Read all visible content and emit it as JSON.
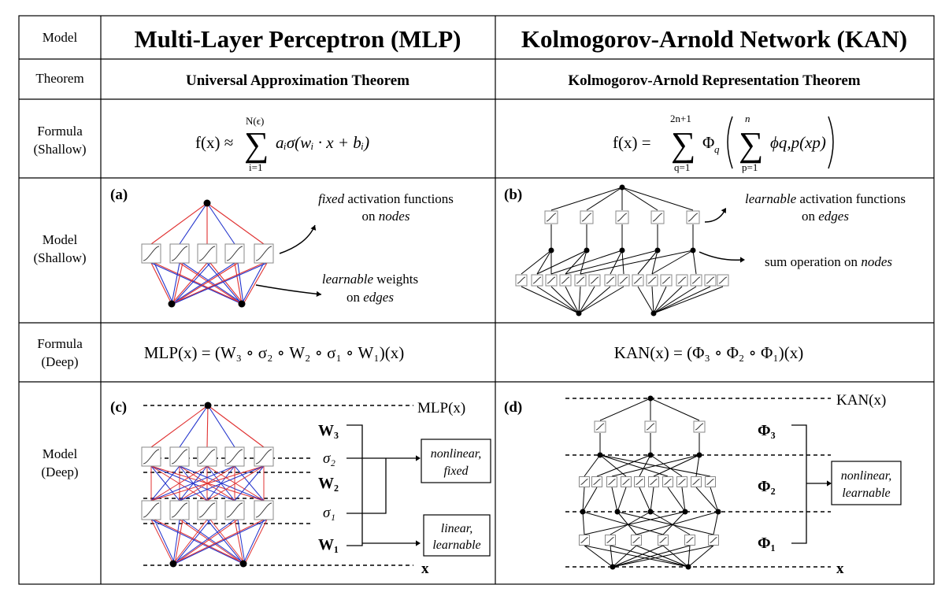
{
  "row_labels": {
    "model": "Model",
    "theorem": "Theorem",
    "formula_shallow": [
      "Formula",
      "(Shallow)"
    ],
    "model_shallow": [
      "Model",
      "(Shallow)"
    ],
    "formula_deep": [
      "Formula",
      "(Deep)"
    ],
    "model_deep": [
      "Model",
      "(Deep)"
    ]
  },
  "mlp": {
    "title": "Multi-Layer Perceptron (MLP)",
    "theorem": "Universal Approximation Theorem",
    "formula_shallow": {
      "lhs": "f(x) ≈",
      "sum_top": "N(ϵ)",
      "sum_bottom": "i=1",
      "sigma": "∑",
      "body": "aᵢσ(wᵢ · x + bᵢ)"
    },
    "panel_a": {
      "label": "(a)",
      "annot1_line1_em": "fixed",
      "annot1_line1": " activation functions",
      "annot1_line2": "on ",
      "annot1_line2_em": "nodes",
      "annot2_line1_em": "learnable",
      "annot2_line1": " weights",
      "annot2_line2": "on ",
      "annot2_line2_em": "edges"
    },
    "formula_deep": "MLP(x) = (W₃ ∘ σ₂ ∘ W₂ ∘ σ₁ ∘ W₁)(x)",
    "panel_c": {
      "label": "(c)",
      "top_label": "MLP(x)",
      "x_label": "x",
      "w3": "W₃",
      "s2": "σ₂",
      "w2": "W₂",
      "s1": "σ₁",
      "w1": "W₁",
      "box1": [
        "nonlinear,",
        "fixed"
      ],
      "box2": [
        "linear,",
        "learnable"
      ]
    }
  },
  "kan": {
    "title": "Kolmogorov-Arnold Network (KAN)",
    "theorem": "Kolmogorov-Arnold Representation Theorem",
    "formula_shallow": {
      "lhs": "f(x) =",
      "outer_top": "2n+1",
      "outer_bottom": "q=1",
      "phi_outer": "Φ",
      "phi_outer_sub": "q",
      "inner_top": "n",
      "inner_bottom": "p=1",
      "inner_body": "ϕq,p(xp)",
      "sigma": "∑"
    },
    "panel_b": {
      "label": "(b)",
      "annot1_line1_em": "learnable",
      "annot1_line1": " activation functions",
      "annot1_line2": "on ",
      "annot1_line2_em": "edges",
      "annot2_line1": "sum operation on ",
      "annot2_line1_em": "nodes"
    },
    "formula_deep": "KAN(x) = (Φ₃ ∘ Φ₂ ∘ Φ₁)(x)",
    "panel_d": {
      "label": "(d)",
      "top_label": "KAN(x)",
      "x_label": "x",
      "p3": "Φ₃",
      "p2": "Φ₂",
      "p1": "Φ₁",
      "box": [
        "nonlinear,",
        "learnable"
      ]
    }
  },
  "colors": {
    "red": "#e03030",
    "blue": "#2233cc",
    "line": "#000000",
    "box_stroke": "#888888"
  }
}
